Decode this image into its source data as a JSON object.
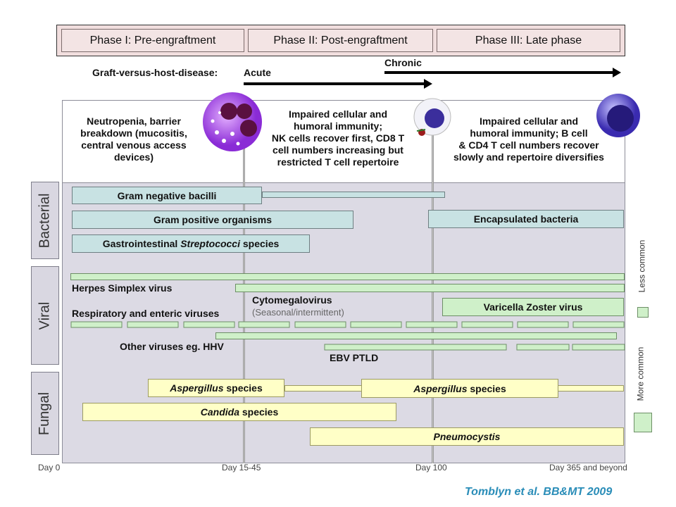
{
  "phases": [
    {
      "label": "Phase I: Pre-engraftment"
    },
    {
      "label": "Phase II: Post-engraftment"
    },
    {
      "label": "Phase III: Late phase"
    }
  ],
  "gvhd": {
    "label": "Graft-versus-host-disease:",
    "acute": "Acute",
    "chronic": "Chronic"
  },
  "descriptions": [
    {
      "line1": "Neutropenia, barrier",
      "line2": "breakdown (mucositis,",
      "line3": "central venous access",
      "line4": "devices)"
    },
    {
      "line1": "Impaired cellular and",
      "line2": "humoral immunity;",
      "line3": "NK cells recover first, CD8 T",
      "line4": "cell numbers increasing but",
      "line5": "restricted T cell repertoire"
    },
    {
      "line1": "Impaired cellular and",
      "line2": "humoral immunity; B cell",
      "line3": "& CD4 T cell numbers recover",
      "line4": "slowly and repertoire diversifies"
    }
  ],
  "categories": {
    "bacterial": "Bacterial",
    "viral": "Viral",
    "fungal": "Fungal"
  },
  "bacterial": {
    "gram_negative": "Gram negative bacilli",
    "gram_positive": "Gram positive organisms",
    "gi_strep_prefix": "Gastrointestinal ",
    "gi_strep_italic": "Streptococci",
    "gi_strep_suffix": " species",
    "encapsulated": "Encapsulated bacteria"
  },
  "viral": {
    "hsv": "Herpes Simplex virus",
    "cmv": "Cytomegalovirus",
    "cmv_note": "(Seasonal/intermittent)",
    "resp": "Respiratory and enteric viruses",
    "vzv": "Varicella Zoster virus",
    "other": "Other viruses eg. HHV",
    "ebv": "EBV PTLD"
  },
  "fungal": {
    "aspergillus_italic": "Aspergillus",
    "aspergillus_suffix": " species",
    "candida_italic": "Candida",
    "candida_suffix": " species",
    "pneumocystis": "Pneumocystis"
  },
  "legend": {
    "less": "Less common",
    "more": "More common"
  },
  "ticks": [
    "Day 0",
    "Day 15-45",
    "Day 100",
    "Day 365 and beyond"
  ],
  "citation": "Tomblyn et al. BB&MT 2009",
  "colors": {
    "bacterial_bar": "#c8e2e3",
    "viral_bar": "#cff0c9",
    "fungal_bar": "#ffffc7",
    "citation": "#2a8db8"
  }
}
